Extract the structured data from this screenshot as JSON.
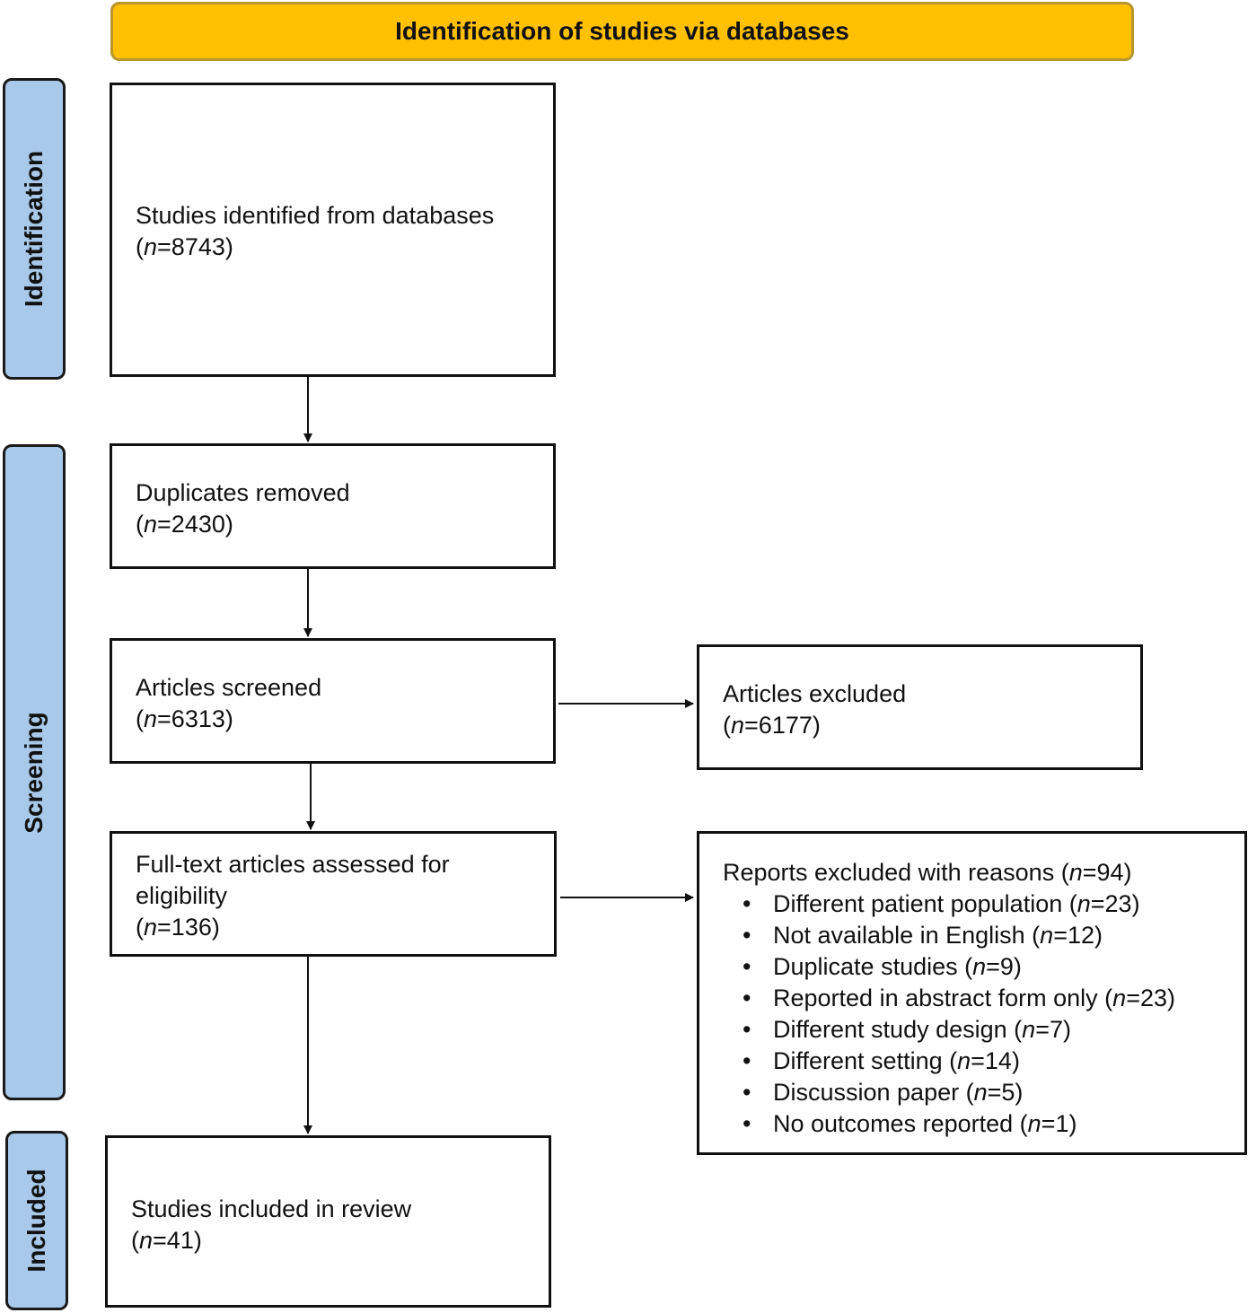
{
  "header": {
    "title": "Identification of studies via databases"
  },
  "phases": {
    "identification": "Identification",
    "screening": "Screening",
    "included": "Included"
  },
  "boxes": {
    "identified": {
      "text": "Studies identified from databases",
      "n_prefix": "(",
      "n_symbol": "n",
      "n_value": "=8743)"
    },
    "duplicates": {
      "text": "Duplicates removed",
      "n_prefix": "(",
      "n_symbol": "n",
      "n_value": "=2430)"
    },
    "screened": {
      "text": "Articles screened",
      "n_prefix": "(",
      "n_symbol": "n",
      "n_value": "=6313)"
    },
    "excluded": {
      "text": "Articles excluded",
      "n_prefix": "(",
      "n_symbol": "n",
      "n_value": "=6177)"
    },
    "fulltext": {
      "text_line1": "Full-text articles assessed for",
      "text_line2": "eligibility",
      "n_prefix": "(",
      "n_symbol": "n",
      "n_value": "=136)"
    },
    "included": {
      "text": "Studies included in review",
      "n_prefix": "(",
      "n_symbol": "n",
      "n_value": "=41)"
    },
    "reports_excluded": {
      "heading_text": "Reports excluded with reasons (",
      "heading_symbol": "n",
      "heading_value": "=94)",
      "reasons": [
        {
          "text": "Different patient population (",
          "symbol": "n",
          "value": "=23)"
        },
        {
          "text": "Not available in English (",
          "symbol": "n",
          "value": "=12)"
        },
        {
          "text": "Duplicate studies (",
          "symbol": "n",
          "value": "=9)"
        },
        {
          "text": "Reported in abstract form only (",
          "symbol": "n",
          "value": "=23)"
        },
        {
          "text": "Different study design (",
          "symbol": "n",
          "value": "=7)"
        },
        {
          "text": "Different setting (",
          "symbol": "n",
          "value": "=14)"
        },
        {
          "text": "Discussion paper (",
          "symbol": "n",
          "value": "=5)"
        },
        {
          "text": "No outcomes reported (",
          "symbol": "n",
          "value": "=1)"
        }
      ]
    }
  }
}
